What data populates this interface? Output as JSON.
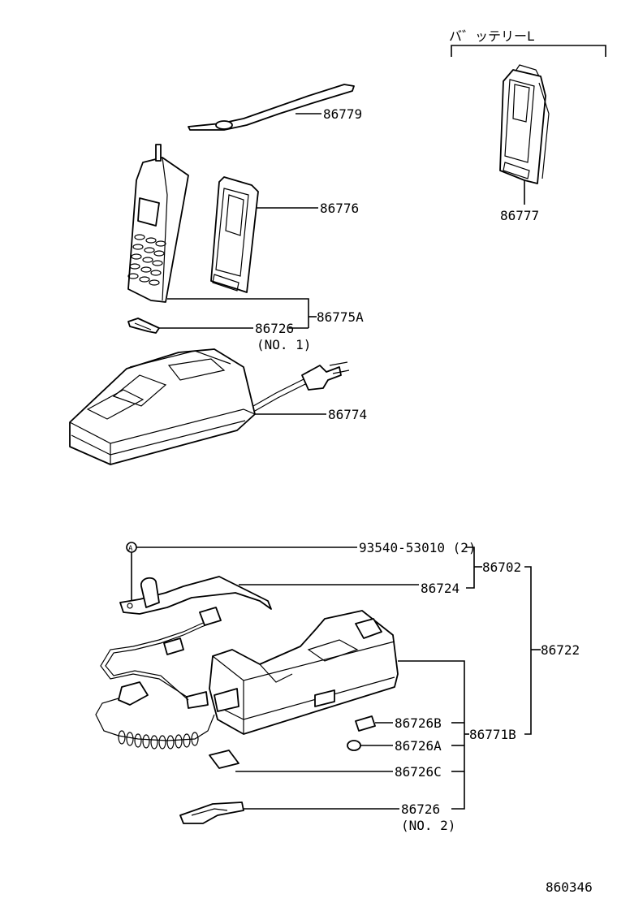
{
  "title_ref": "860346",
  "battery_label": "バ゛ッテリーL",
  "parts": {
    "p86779": "86779",
    "p86776": "86776",
    "p86777": "86777",
    "p86775A": "86775A",
    "p86726_1": "86726",
    "p86726_1_note": "(NO. 1)",
    "p86774": "86774",
    "p93540": "93540-53010 (2)",
    "p86702": "86702",
    "p86724": "86724",
    "p86722": "86722",
    "p86726B": "86726B",
    "p86771B": "86771B",
    "p86726A": "86726A",
    "p86726C": "86726C",
    "p86726_2": "86726",
    "p86726_2_note": "(NO. 2)",
    "marker_a": "A"
  }
}
